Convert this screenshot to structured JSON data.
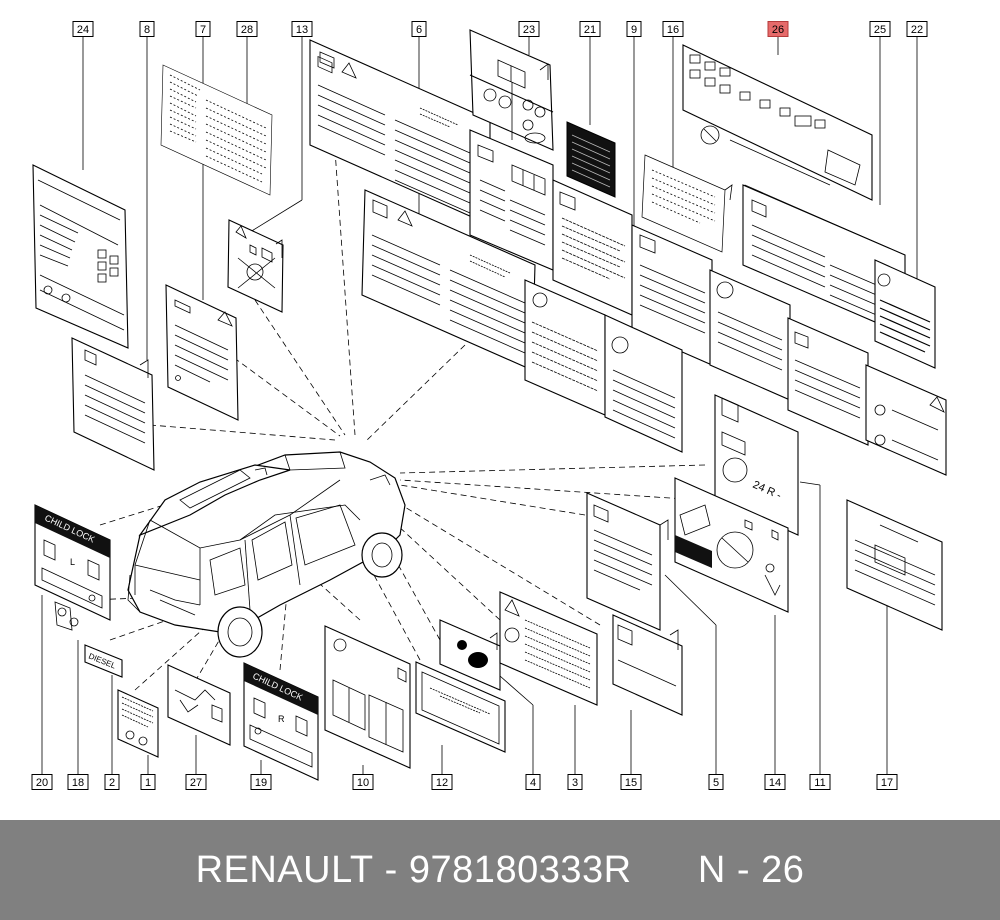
{
  "diagram": {
    "callouts": [
      {
        "id": "c24",
        "label": "24"
      },
      {
        "id": "c8",
        "label": "8"
      },
      {
        "id": "c7",
        "label": "7"
      },
      {
        "id": "c28",
        "label": "28"
      },
      {
        "id": "c13",
        "label": "13"
      },
      {
        "id": "c6",
        "label": "6"
      },
      {
        "id": "c23",
        "label": "23"
      },
      {
        "id": "c21",
        "label": "21"
      },
      {
        "id": "c9",
        "label": "9"
      },
      {
        "id": "c16",
        "label": "16"
      },
      {
        "id": "c26",
        "label": "26",
        "highlighted": true
      },
      {
        "id": "c25",
        "label": "25"
      },
      {
        "id": "c22",
        "label": "22"
      },
      {
        "id": "c20",
        "label": "20"
      },
      {
        "id": "c18",
        "label": "18"
      },
      {
        "id": "c2",
        "label": "2"
      },
      {
        "id": "c1",
        "label": "1"
      },
      {
        "id": "c27",
        "label": "27"
      },
      {
        "id": "c19",
        "label": "19"
      },
      {
        "id": "c10",
        "label": "10"
      },
      {
        "id": "c12",
        "label": "12"
      },
      {
        "id": "c4",
        "label": "4"
      },
      {
        "id": "c3",
        "label": "3"
      },
      {
        "id": "c15",
        "label": "15"
      },
      {
        "id": "c5",
        "label": "5"
      },
      {
        "id": "c14",
        "label": "14"
      },
      {
        "id": "c11",
        "label": "11"
      },
      {
        "id": "c17",
        "label": "17"
      }
    ],
    "label_texts": {
      "child_lock_1": "CHILD LOCK",
      "child_lock_2": "CHILD LOCK",
      "lock_l": "L",
      "lock_r": "R",
      "diesel": "DIESEL",
      "tyre_pressure": "24 R -"
    },
    "highlight_color": "#e66a6a"
  },
  "footer": {
    "brand": "RENAULT",
    "separator": " - ",
    "part_number": "978180333R",
    "position_label": "N - 26"
  }
}
